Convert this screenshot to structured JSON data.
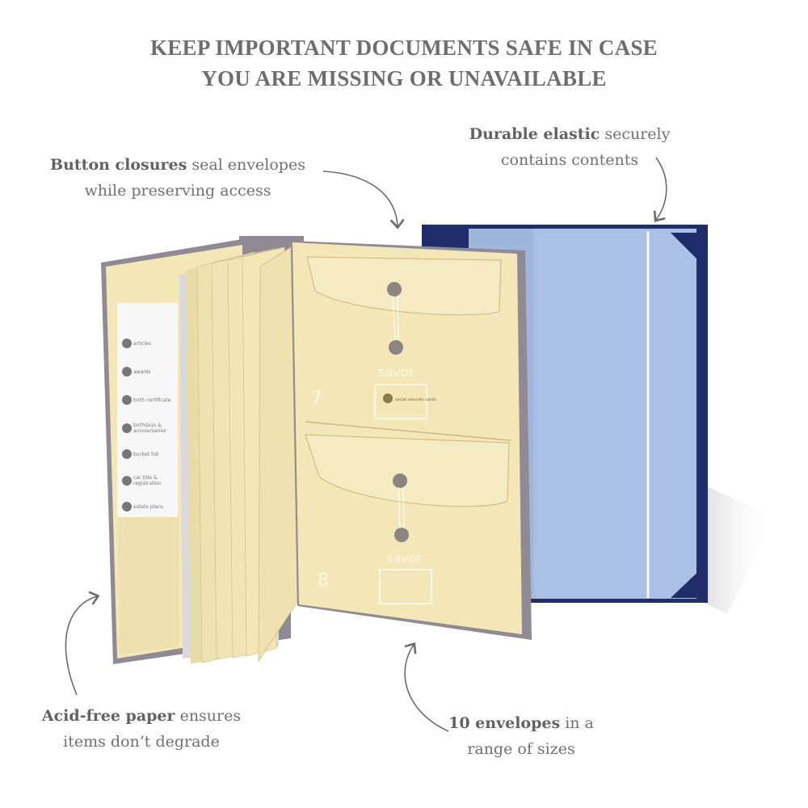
{
  "headline": {
    "line1": "KEEP IMPORTANT DOCUMENTS SAFE IN CASE",
    "line2": "YOU ARE MISSING OR UNAVAILABLE"
  },
  "callouts": {
    "button_closures": {
      "bold": "Button closures",
      "rest1": " seal envelopes",
      "line2": "while preserving access"
    },
    "elastic": {
      "bold": "Durable elastic",
      "rest1": " securely",
      "line2": "contains contents"
    },
    "acid_free": {
      "bold": "Acid-free paper",
      "rest1": " ensures",
      "line2": "items don’t degrade"
    },
    "envelopes": {
      "bold": "10 envelopes",
      "rest1": " in a",
      "line2": "range of sizes"
    }
  },
  "product": {
    "index_card_items": [
      "articles",
      "awards",
      "birth certificate",
      "birthdays & anniversaries",
      "bucket list",
      "car title & registration",
      "estate plans"
    ],
    "envelope_top": {
      "number": "7",
      "brand": "savor",
      "label": "social security cards"
    },
    "envelope_bottom": {
      "number": "8",
      "brand": "savor"
    }
  },
  "colors": {
    "cream": "#f3e7b8",
    "navy": "#1f2d6a",
    "light_blue": "#a9bfe4",
    "frame_gray": "#8f8a94",
    "text": "#6a6a6a"
  }
}
